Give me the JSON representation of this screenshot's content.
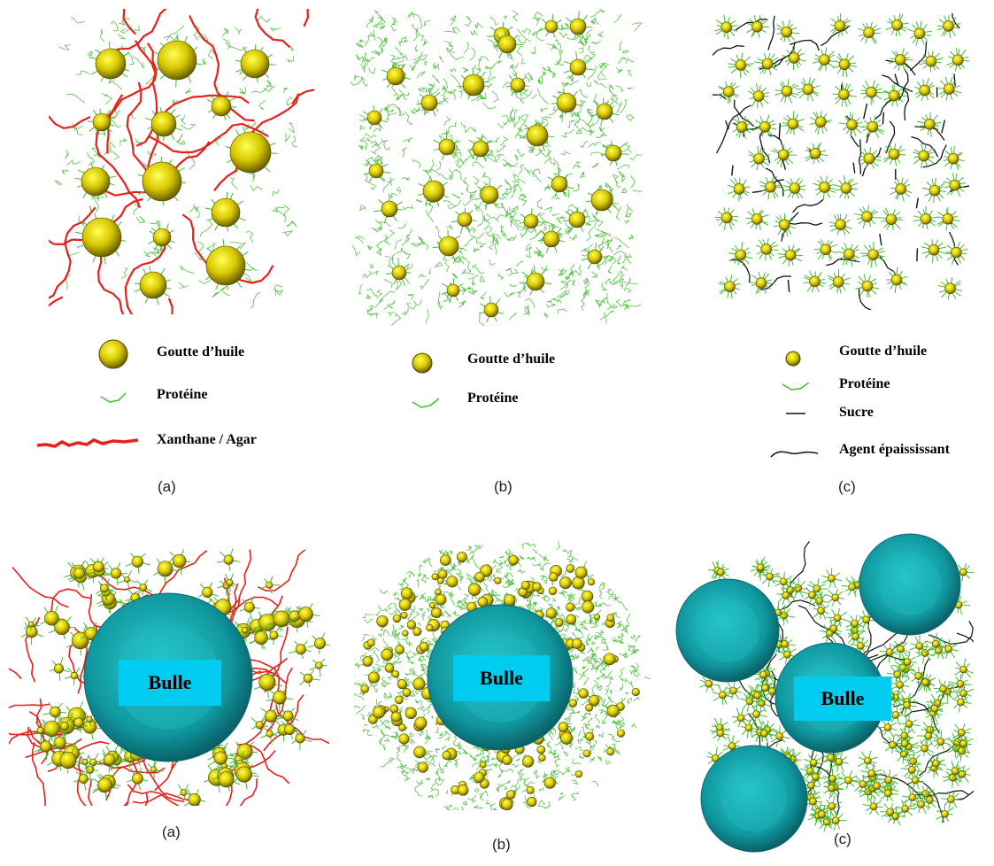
{
  "top_panels": [
    {
      "legend": [
        "Goutte d’huile",
        "Protéine",
        "Xanthane / Agar"
      ],
      "caption": "(a)"
    },
    {
      "legend": [
        "Goutte d’huile",
        "Protéine"
      ],
      "caption": "(b)"
    },
    {
      "legend": [
        "Goutte d’huile",
        "Protéine",
        "Sucre",
        "Agent épaississant"
      ],
      "caption": "(c)"
    }
  ],
  "bottom_panels": [
    {
      "bubble_label": "Bulle",
      "caption": "(a)"
    },
    {
      "bubble_label": "Bulle",
      "caption": "(b)"
    },
    {
      "bubble_label": "Bulle",
      "caption": "(c)"
    }
  ],
  "colors": {
    "oil_droplet": "#d8c800",
    "protein": "#44bb33",
    "xanthan": "#e8201a",
    "sugar": "#111111",
    "bubble": "#10979f",
    "bubble_label_bg": "#00ccf0"
  }
}
